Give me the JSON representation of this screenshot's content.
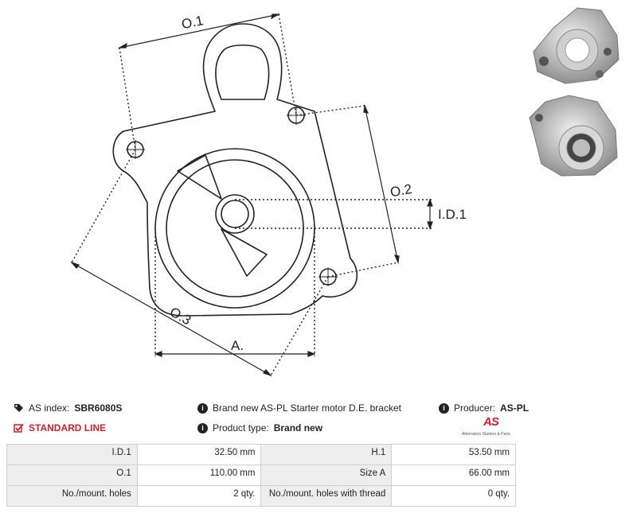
{
  "drawing": {
    "labels": {
      "o1": "O.1",
      "o2": "O.2",
      "o3": "O.3",
      "id1": "I.D.1",
      "a": "A."
    }
  },
  "product": {
    "as_index_label": "AS index:",
    "as_index_value": "SBR6080S",
    "line_label": "STANDARD LINE",
    "description": "Brand new AS-PL Starter motor D.E. bracket",
    "product_type_label": "Product type:",
    "product_type_value": "Brand new",
    "producer_label": "Producer:",
    "producer_value": "AS-PL"
  },
  "logo": {
    "mark": "AS",
    "tagline": "Alternators Starters & Parts"
  },
  "specs": [
    {
      "label1": "I.D.1",
      "value1": "32.50 mm",
      "label2": "H.1",
      "value2": "53.50 mm"
    },
    {
      "label1": "O.1",
      "value1": "110.00 mm",
      "label2": "Size A",
      "value2": "66.00 mm"
    },
    {
      "label1": "No./mount. holes",
      "value1": "2 qty.",
      "label2": "No./mount. holes with thread",
      "value2": "0 qty."
    }
  ],
  "colors": {
    "accent_red": "#d0202a",
    "label_cell_bg": "#eeeeee"
  }
}
